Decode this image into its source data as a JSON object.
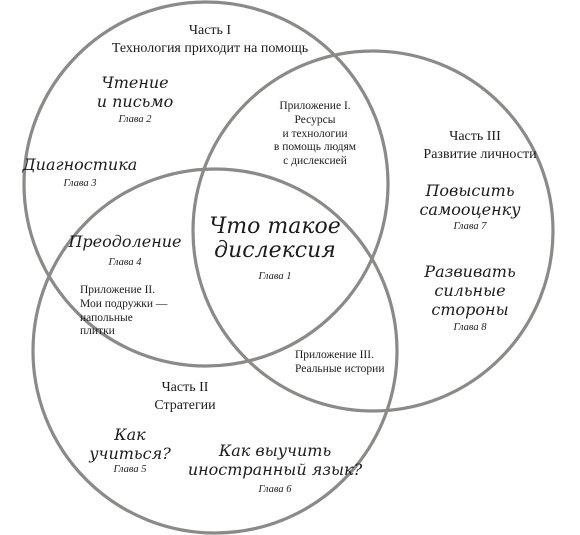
{
  "part1": {
    "title": "Часть I",
    "subtitle": "Технология приходит на помощь"
  },
  "part2": {
    "title": "Часть II",
    "subtitle": "Стратегии"
  },
  "part3": {
    "title": "Часть III",
    "subtitle": "Развитие личности"
  },
  "center": {
    "title": "Что такое\nдислексия",
    "chapter": "Глава 1"
  },
  "topics": {
    "reading": {
      "title": "Чтение\nи письмо",
      "chapter": "Глава 2"
    },
    "diagnostics": {
      "title": "Диагностика",
      "chapter": "Глава 3"
    },
    "overcoming": {
      "title": "Преодоление",
      "chapter": "Глава 4"
    },
    "learn": {
      "title": "Как\nучиться?",
      "chapter": "Глава 5"
    },
    "language": {
      "title": "Как выучить\nиностранный язык?",
      "chapter": "Глава 6"
    },
    "esteem": {
      "title": "Повысить\nсамооценку",
      "chapter": "Глава 7"
    },
    "strengths": {
      "title": "Развивать\nсильные\nстороны",
      "chapter": "Глава 8"
    }
  },
  "appendices": {
    "a1": "Приложение I.\nРесурсы\nи технологии\nв помощь людям\nс дислексией",
    "a2": "Приложение II.\nМои подружки —\nнапольные\nплитки",
    "a3": "Приложение III.\nРеальные истории"
  }
}
